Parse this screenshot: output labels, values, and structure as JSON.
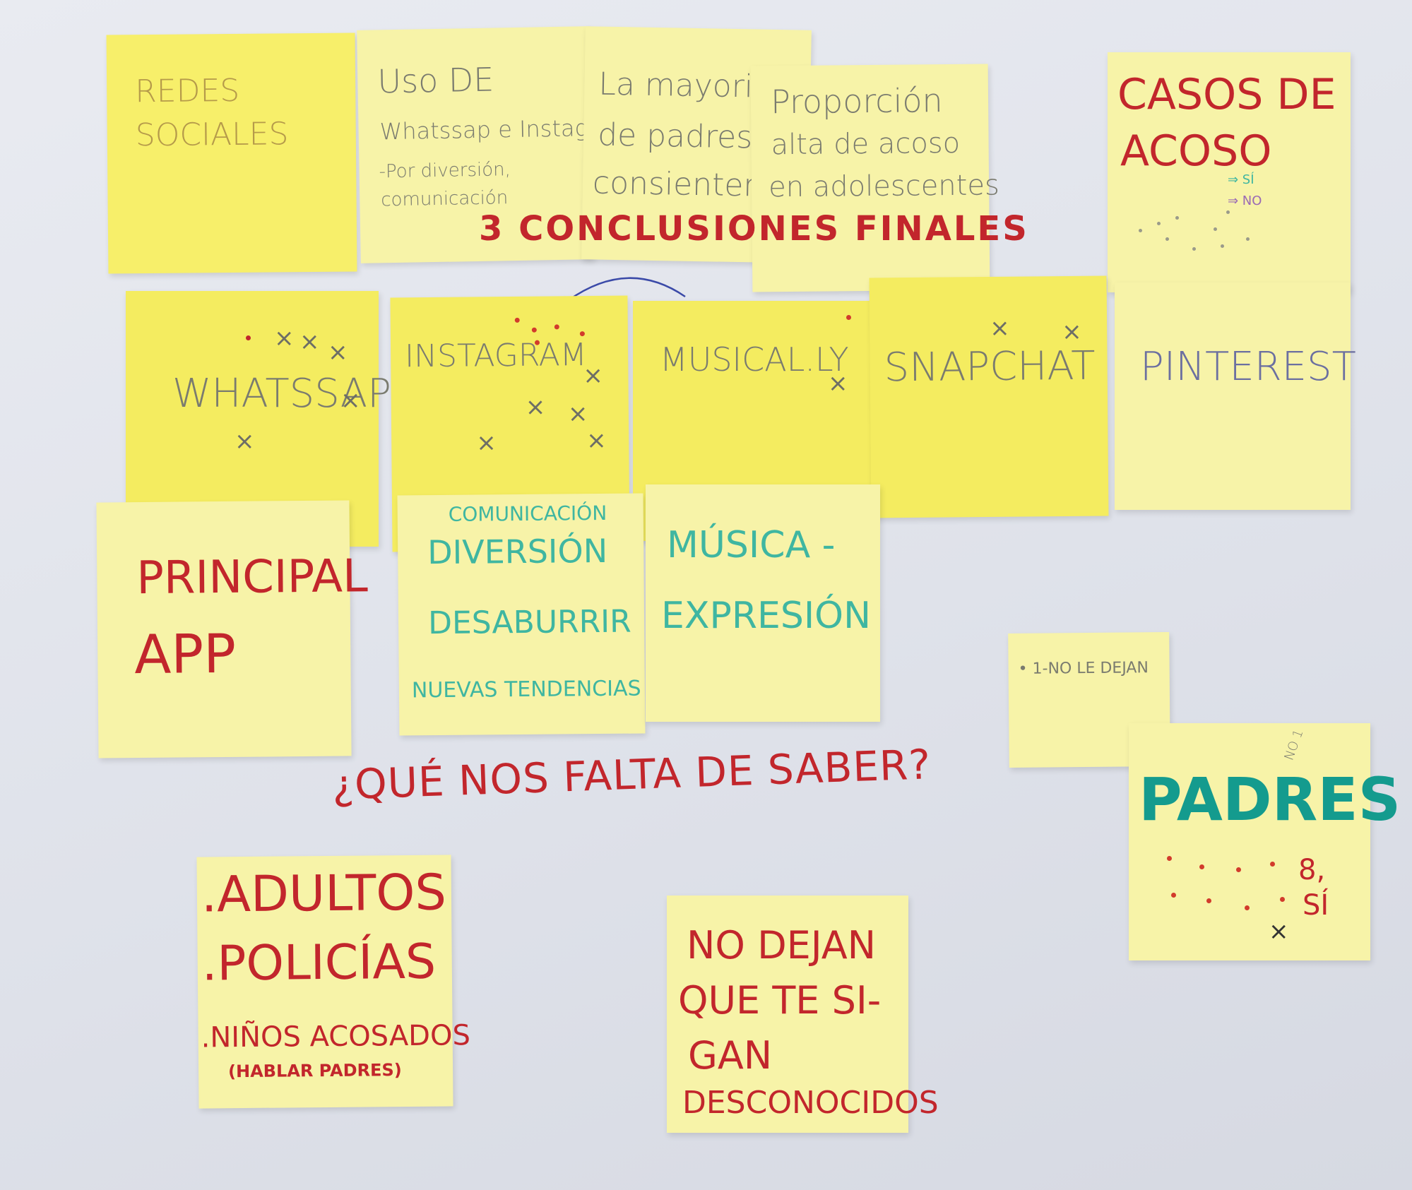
{
  "notes": {
    "redes": "REDES SOCIALES",
    "uso_line1": "Uso DE",
    "uso_line2": "Whatssap e Instag",
    "uso_line3": "-Por diversión,",
    "uso_line4": "comunicación",
    "mayoria_line1": "La mayoria",
    "mayoria_line2": "de padres",
    "mayoria_line3": "consienten",
    "proporcion_line1": "Proporción",
    "proporcion_line2": "alta de acoso",
    "proporcion_line3": "en adolescentes",
    "conclusiones": "3 CONCLUSIONES FINALES",
    "casos_line1": "CASOS DE",
    "casos_line2": "ACOSO",
    "legend_si": "⇒ SÍ",
    "legend_no": "⇒ NO",
    "whatssap": "WHATSSAP",
    "instagram": "INSTAGRAM",
    "musically": "MUSICAL.LY",
    "snapchat": "SNAPCHAT",
    "pinterest": "PINTEREST",
    "principal_line1": "PRINCIPAL",
    "principal_line2": "APP",
    "comunicacion": "COMUNICACIÓN",
    "diversion": "DIVERSIÓN",
    "desaburrir": "DESABURRIR",
    "nuevas": "NUEVAS TENDENCIAS",
    "musica": "MÚSICA -",
    "expresion": "EXPRESIÓN",
    "pregunta": "¿QUÉ NOS FALTA DE SABER?",
    "no_le_dejan": "• 1-NO LE DEJAN",
    "padres": "PADRES",
    "padres_no": "NO 1",
    "padres_count": "8,",
    "padres_si": "SÍ",
    "adultos": ".ADULTOS",
    "policias": ".POLICÍAS",
    "ninos": ".NIÑOS ACOSADOS",
    "hablar": "(HABLAR PADRES)",
    "nodejan_line1": "NO DEJAN",
    "nodejan_line2": "QUE TE SI-",
    "nodejan_line3": "GAN",
    "nodejan_line4": "DESCONOCIDOS"
  },
  "colors": {
    "red_marker": "#c2262c",
    "teal_marker": "#3fb6a1",
    "gray_pen": "#7a7b6f",
    "bright_note": "#f7ef6a",
    "pale_note": "#f7f3a8"
  }
}
